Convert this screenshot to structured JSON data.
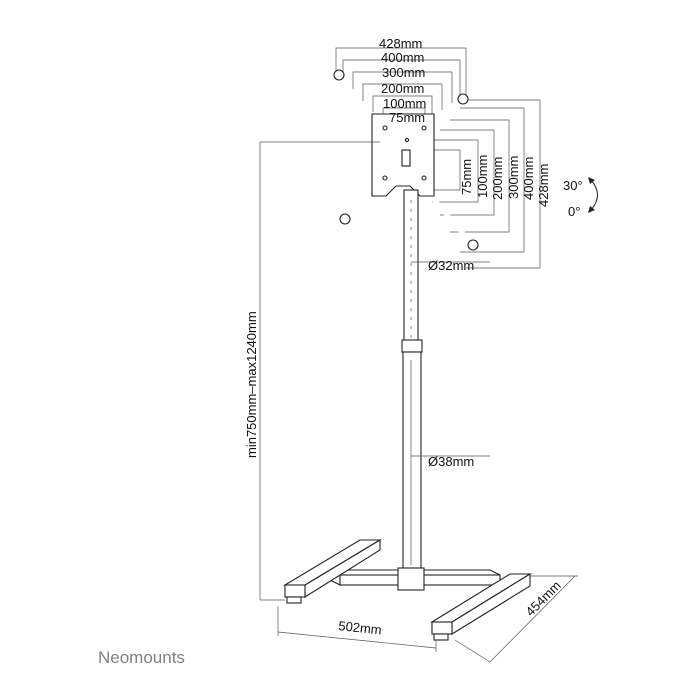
{
  "diagram": {
    "width_labels": [
      "428mm",
      "400mm",
      "300mm",
      "200mm",
      "100mm",
      "75mm"
    ],
    "height_labels": [
      "75mm",
      "100mm",
      "200mm",
      "300mm",
      "400mm",
      "428mm"
    ],
    "tilt": {
      "up": "30°",
      "down": "0°"
    },
    "pole_top_diameter": "Ø32mm",
    "pole_bottom_diameter": "Ø38mm",
    "height_range": "min750mm–max1240mm",
    "base_width": "502mm",
    "base_depth": "454mm"
  },
  "brand": {
    "name": "Neomounts"
  }
}
